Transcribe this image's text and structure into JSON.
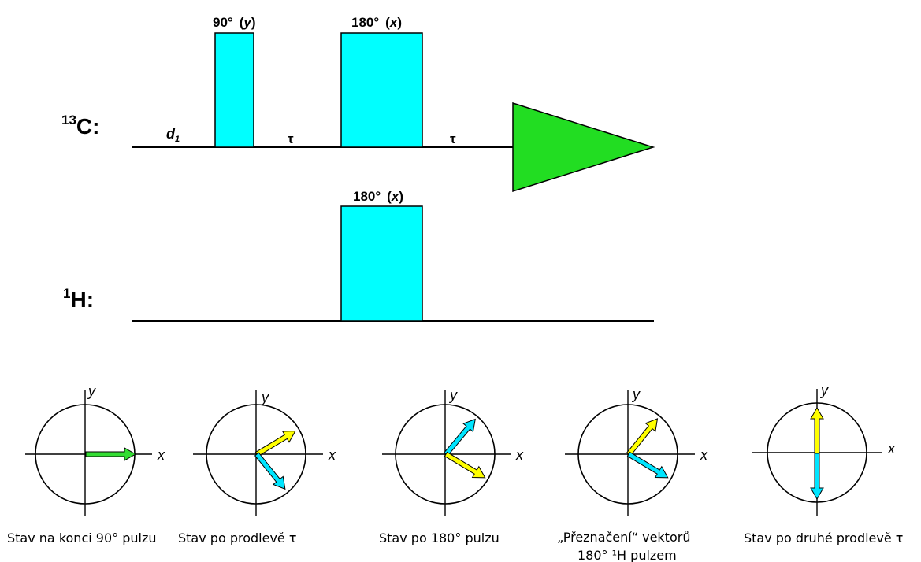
{
  "pulse_sequence": {
    "carbon": {
      "channel_label_sup": "13",
      "channel_label_main": "C:",
      "d1_main": "d",
      "d1_sub": "1",
      "pulse90_label_num": "90°",
      "pulse90_label_phase": "y",
      "tau1": "τ",
      "pulse180_label_num": "180°",
      "pulse180_label_phase": "x",
      "tau2": "τ"
    },
    "proton": {
      "channel_label_sup": "1",
      "channel_label_main": "H:",
      "pulse180_label_num": "180°",
      "pulse180_label_phase": "x"
    }
  },
  "colors": {
    "pulse_fill": "#00ffff",
    "acquisition_fill": "#22dd22",
    "vector_yellow": "#ffff00",
    "vector_cyan": "#00e5ff",
    "vector_green": "#33dd33"
  },
  "vector_diagrams": [
    {
      "axis_x": "x",
      "axis_y": "y",
      "caption_line1": "Stav na konci 90° pulzu",
      "caption_line2": ""
    },
    {
      "axis_x": "x",
      "axis_y": "y",
      "caption_line1": "Stav po prodlevě τ",
      "caption_line2": ""
    },
    {
      "axis_x": "x",
      "axis_y": "y",
      "caption_line1": "Stav po 180° pulzu",
      "caption_line2": ""
    },
    {
      "axis_x": "x",
      "axis_y": "y",
      "caption_line1": "„Přeznačení“ vektorů",
      "caption_line2": "180° ¹H pulzem"
    },
    {
      "axis_x": "x",
      "axis_y": "y",
      "caption_line1": "Stav po druhé prodlevě τ",
      "caption_line2": ""
    }
  ]
}
